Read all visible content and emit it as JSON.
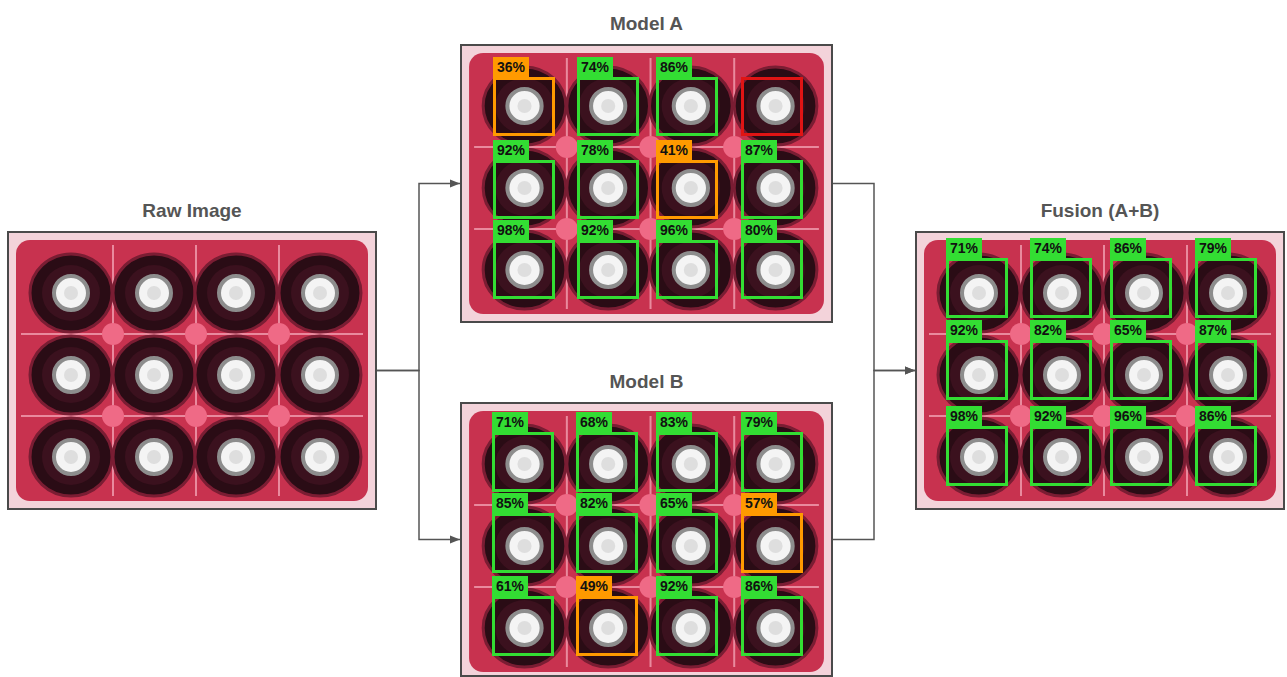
{
  "diagram": {
    "nodes": [
      {
        "text": [
          "Raw Image"
        ]
      },
      {
        "text": [
          "Model A"
        ]
      },
      {
        "text": [
          "36%"
        ],
        "in": 1
      },
      {
        "text": [
          "74%"
        ],
        "in": 1
      },
      {
        "text": [
          "86%"
        ],
        "in": 1
      },
      {
        "text": [
          "92%"
        ],
        "in": 1
      },
      {
        "text": [
          "78%"
        ],
        "in": 1
      },
      {
        "text": [
          "41%"
        ],
        "in": 1
      },
      {
        "text": [
          "87%"
        ],
        "in": 1
      },
      {
        "text": [
          "98%"
        ],
        "in": 1
      },
      {
        "text": [
          "92%"
        ],
        "in": 1
      },
      {
        "text": [
          "96%"
        ],
        "in": 1
      },
      {
        "text": [
          "80%"
        ],
        "in": 1
      },
      {
        "text": [
          "Model B"
        ]
      },
      {
        "text": [
          "71%"
        ],
        "in": 13
      },
      {
        "text": [
          "68%"
        ],
        "in": 13
      },
      {
        "text": [
          "83%"
        ],
        "in": 13
      },
      {
        "text": [
          "79%"
        ],
        "in": 13
      },
      {
        "text": [
          "85%"
        ],
        "in": 13
      },
      {
        "text": [
          "82%"
        ],
        "in": 13
      },
      {
        "text": [
          "65%"
        ],
        "in": 13
      },
      {
        "text": [
          "57%"
        ],
        "in": 13
      },
      {
        "text": [
          "61%"
        ],
        "in": 13
      },
      {
        "text": [
          "49%"
        ],
        "in": 13
      },
      {
        "text": [
          "92%"
        ],
        "in": 13
      },
      {
        "text": [
          "86%"
        ],
        "in": 13
      },
      {
        "text": [
          "Fusion (A+B)"
        ]
      },
      {
        "text": [
          "71%"
        ],
        "in": 26
      },
      {
        "text": [
          "74%"
        ],
        "in": 26
      },
      {
        "text": [
          "86%"
        ],
        "in": 26
      },
      {
        "text": [
          "79%"
        ],
        "in": 26
      },
      {
        "text": [
          "92%"
        ],
        "in": 26
      },
      {
        "text": [
          "82%"
        ],
        "in": 26
      },
      {
        "text": [
          "65%"
        ],
        "in": 26
      },
      {
        "text": [
          "87%"
        ],
        "in": 26
      },
      {
        "text": [
          "98%"
        ],
        "in": 26
      },
      {
        "text": [
          "92%"
        ],
        "in": 26
      },
      {
        "text": [
          "96%"
        ],
        "in": 26
      },
      {
        "text": [
          "86%"
        ],
        "in": 26
      }
    ],
    "edges": [
      {
        "from": 0,
        "to": 1,
        "arrow": "to"
      },
      {
        "from": 0,
        "to": 13,
        "arrow": "to"
      },
      {
        "from": 1,
        "to": 26,
        "arrow": "to"
      },
      {
        "from": 13,
        "to": 26,
        "arrow": "to"
      }
    ]
  }
}
